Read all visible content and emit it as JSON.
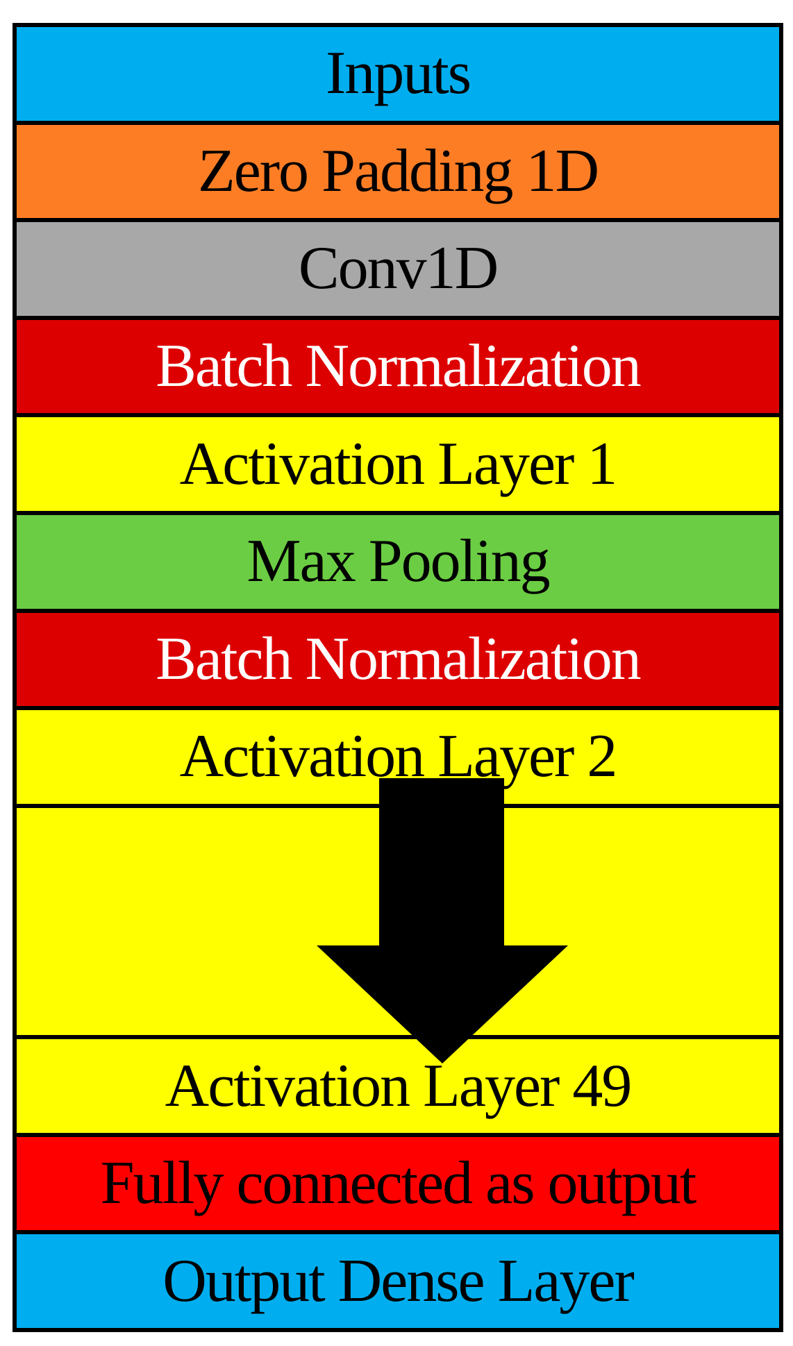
{
  "diagram": {
    "description_label": "layer stack",
    "border_color": "#000000",
    "background_color": "#FFFFFF"
  },
  "layers": [
    {
      "label": "Inputs",
      "bg": "#00AEEF",
      "fg": "#000000"
    },
    {
      "label": "Zero Padding 1D",
      "bg": "#FD7D25",
      "fg": "#000000"
    },
    {
      "label": "Conv1D",
      "bg": "#A8A8A8",
      "fg": "#000000"
    },
    {
      "label": "Batch Normalization",
      "bg": "#DD0000",
      "fg": "#FFFFFF"
    },
    {
      "label": "Activation Layer 1",
      "bg": "#FFFF00",
      "fg": "#000000"
    },
    {
      "label": "Max Pooling",
      "bg": "#6BCD43",
      "fg": "#000000"
    },
    {
      "label": "Batch Normalization",
      "bg": "#DD0000",
      "fg": "#FFFFFF"
    },
    {
      "label": "Activation Layer 2",
      "bg": "#FFFF00",
      "fg": "#000000"
    },
    {
      "label": "",
      "bg": "#FFFF00",
      "fg": "#000000"
    },
    {
      "label": "Activation Layer 49",
      "bg": "#FFFF00",
      "fg": "#000000"
    },
    {
      "label": "Fully connected as output",
      "bg": "#FF0000",
      "fg": "#000000"
    },
    {
      "label": "Output Dense Layer",
      "bg": "#00AEEF",
      "fg": "#000000"
    }
  ],
  "arrow": {
    "icon": "down-arrow-icon",
    "color": "#000000"
  }
}
